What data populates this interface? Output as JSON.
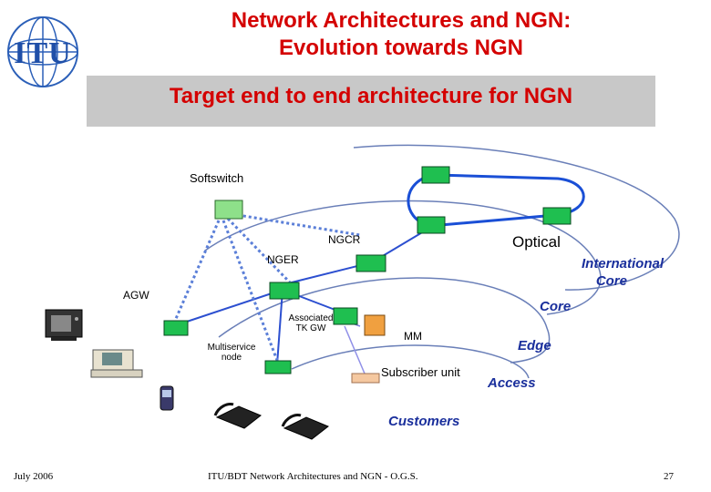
{
  "logo": {
    "text": "ITU"
  },
  "header": {
    "title_line1": "Network Architectures and NGN:",
    "title_line2": "Evolution towards NGN",
    "banner": "Target end to end architecture for  NGN"
  },
  "diagram": {
    "labels": {
      "softswitch": "Softswitch",
      "ngcr": "NGCR",
      "nger": "NGER",
      "optical": "Optical",
      "agw": "AGW",
      "assoc_line1": "Associated",
      "assoc_line2": "TK GW",
      "multiservice_line1": "Multiservice",
      "multiservice_line2": "node",
      "mm": "MM",
      "subscriber": "Subscriber unit"
    },
    "layers": {
      "international_line1": "International",
      "international_line2": "Core",
      "core": "Core",
      "edge": "Edge",
      "access": "Access",
      "customers": "Customers"
    },
    "colors": {
      "node_green": "#1fbf50",
      "softswitch_green": "#8ee08a",
      "mm_orange": "#f0a040",
      "subscriber_peach": "#f5c8a0",
      "ring_blue": "#1a4fd6",
      "link_blue": "#2c4fd0",
      "signal_dots": "#5b7fd8",
      "layer_text": "#1a2f9c",
      "title_red": "#d40000",
      "banner_grey": "#c8c8c8"
    }
  },
  "footer": {
    "date": "July 2006",
    "center": "ITU/BDT  Network  Architectures and NGN - O.G.S.",
    "page": "27"
  }
}
